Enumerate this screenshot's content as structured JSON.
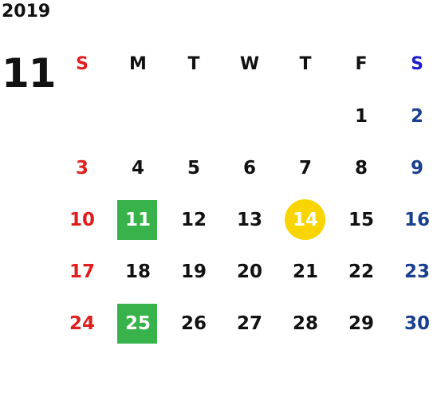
{
  "year": "2019",
  "month": "11",
  "weekdays": [
    "S",
    "M",
    "T",
    "W",
    "T",
    "F",
    "S"
  ],
  "weeks": [
    [
      "",
      "",
      "",
      "",
      "",
      "1",
      "2"
    ],
    [
      "3",
      "4",
      "5",
      "6",
      "7",
      "8",
      "9"
    ],
    [
      "10",
      "11",
      "12",
      "13",
      "14",
      "15",
      "16"
    ],
    [
      "17",
      "18",
      "19",
      "20",
      "21",
      "22",
      "23"
    ],
    [
      "24",
      "25",
      "26",
      "27",
      "28",
      "29",
      "30"
    ]
  ],
  "highlights": {
    "green_days": [
      "11",
      "25"
    ],
    "yellow_days": [
      "14"
    ]
  },
  "colors": {
    "sunday": "#e01e1e",
    "saturday_header": "#1d1dcc",
    "saturday": "#1a3f8f",
    "green_highlight": "#38b24a",
    "yellow_highlight": "#f8d400",
    "text": "#111111"
  }
}
